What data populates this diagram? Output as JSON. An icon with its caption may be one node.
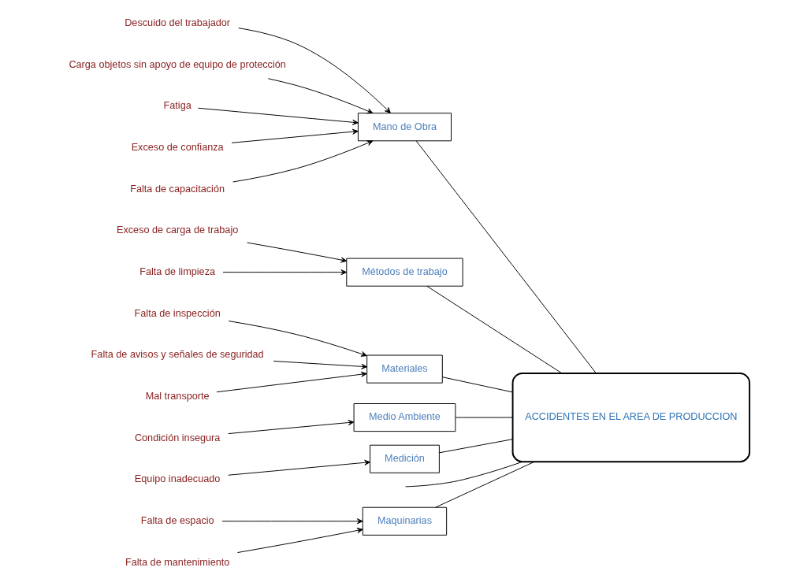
{
  "diagram": {
    "nodes": [
      {
        "text": [
          "Maquinarias"
        ]
      },
      {
        "text": [
          "Mano de Obra"
        ]
      },
      {
        "text": [
          "Métodos de trabajo"
        ]
      },
      {
        "text": [
          "ACCIDENTES EN EL AREA DE PRODUCCION"
        ]
      },
      {
        "text": [
          "Materiales"
        ]
      },
      {
        "text": [
          "Medio Ambiente"
        ]
      },
      {
        "text": [
          "Medición"
        ]
      },
      {
        "text": [
          "Falta de espacio"
        ]
      },
      {
        "text": [
          "Falta de mantenimiento"
        ]
      },
      {
        "text": [
          "Descuido del trabajador"
        ]
      },
      {
        "text": [
          "Carga objetos sin apoyo de equipo de protección"
        ]
      },
      {
        "text": [
          "Fatiga"
        ]
      },
      {
        "text": [
          "Exceso de confianza"
        ]
      },
      {
        "text": [
          "Falta de capacitación"
        ]
      },
      {
        "text": [
          "Exceso de carga de trabajo"
        ]
      },
      {
        "text": [
          "Falta de limpieza"
        ]
      },
      {
        "text": [
          "Falta de inspección"
        ]
      },
      {
        "text": [
          "Falta de avisos y señales de seguridad"
        ]
      },
      {
        "text": [
          "Mal transporte"
        ]
      },
      {
        "text": [
          "Condición insegura"
        ]
      },
      {
        "text": [
          "Equipo inadecuado"
        ]
      }
    ],
    "edges": [
      {
        "from": null,
        "to": 3,
        "arrow": "none"
      },
      {
        "from": 0,
        "to": 3,
        "arrow": "none"
      },
      {
        "from": 1,
        "to": 3,
        "arrow": "none"
      },
      {
        "from": 2,
        "to": 3,
        "arrow": "none"
      },
      {
        "from": 4,
        "to": 3,
        "arrow": "none"
      },
      {
        "from": 5,
        "to": 3,
        "arrow": "none"
      },
      {
        "from": 6,
        "to": 3,
        "arrow": "none"
      },
      {
        "from": 7,
        "to": 0,
        "arrow": "to"
      },
      {
        "from": 8,
        "to": 0,
        "arrow": "to"
      },
      {
        "from": 9,
        "to": 1,
        "arrow": "to"
      },
      {
        "from": 10,
        "to": 1,
        "arrow": "to"
      },
      {
        "from": 11,
        "to": 1,
        "arrow": "to"
      },
      {
        "from": 12,
        "to": 1,
        "arrow": "to"
      },
      {
        "from": 13,
        "to": 1,
        "arrow": "to"
      },
      {
        "from": 14,
        "to": 2,
        "arrow": "to"
      },
      {
        "from": 15,
        "to": 2,
        "arrow": "to"
      },
      {
        "from": 16,
        "to": 4,
        "arrow": "to"
      },
      {
        "from": 17,
        "to": 4,
        "arrow": "to"
      },
      {
        "from": 18,
        "to": 4,
        "arrow": "to"
      },
      {
        "from": 19,
        "to": 5,
        "arrow": "to"
      },
      {
        "from": 20,
        "to": 6,
        "arrow": "to"
      }
    ]
  }
}
